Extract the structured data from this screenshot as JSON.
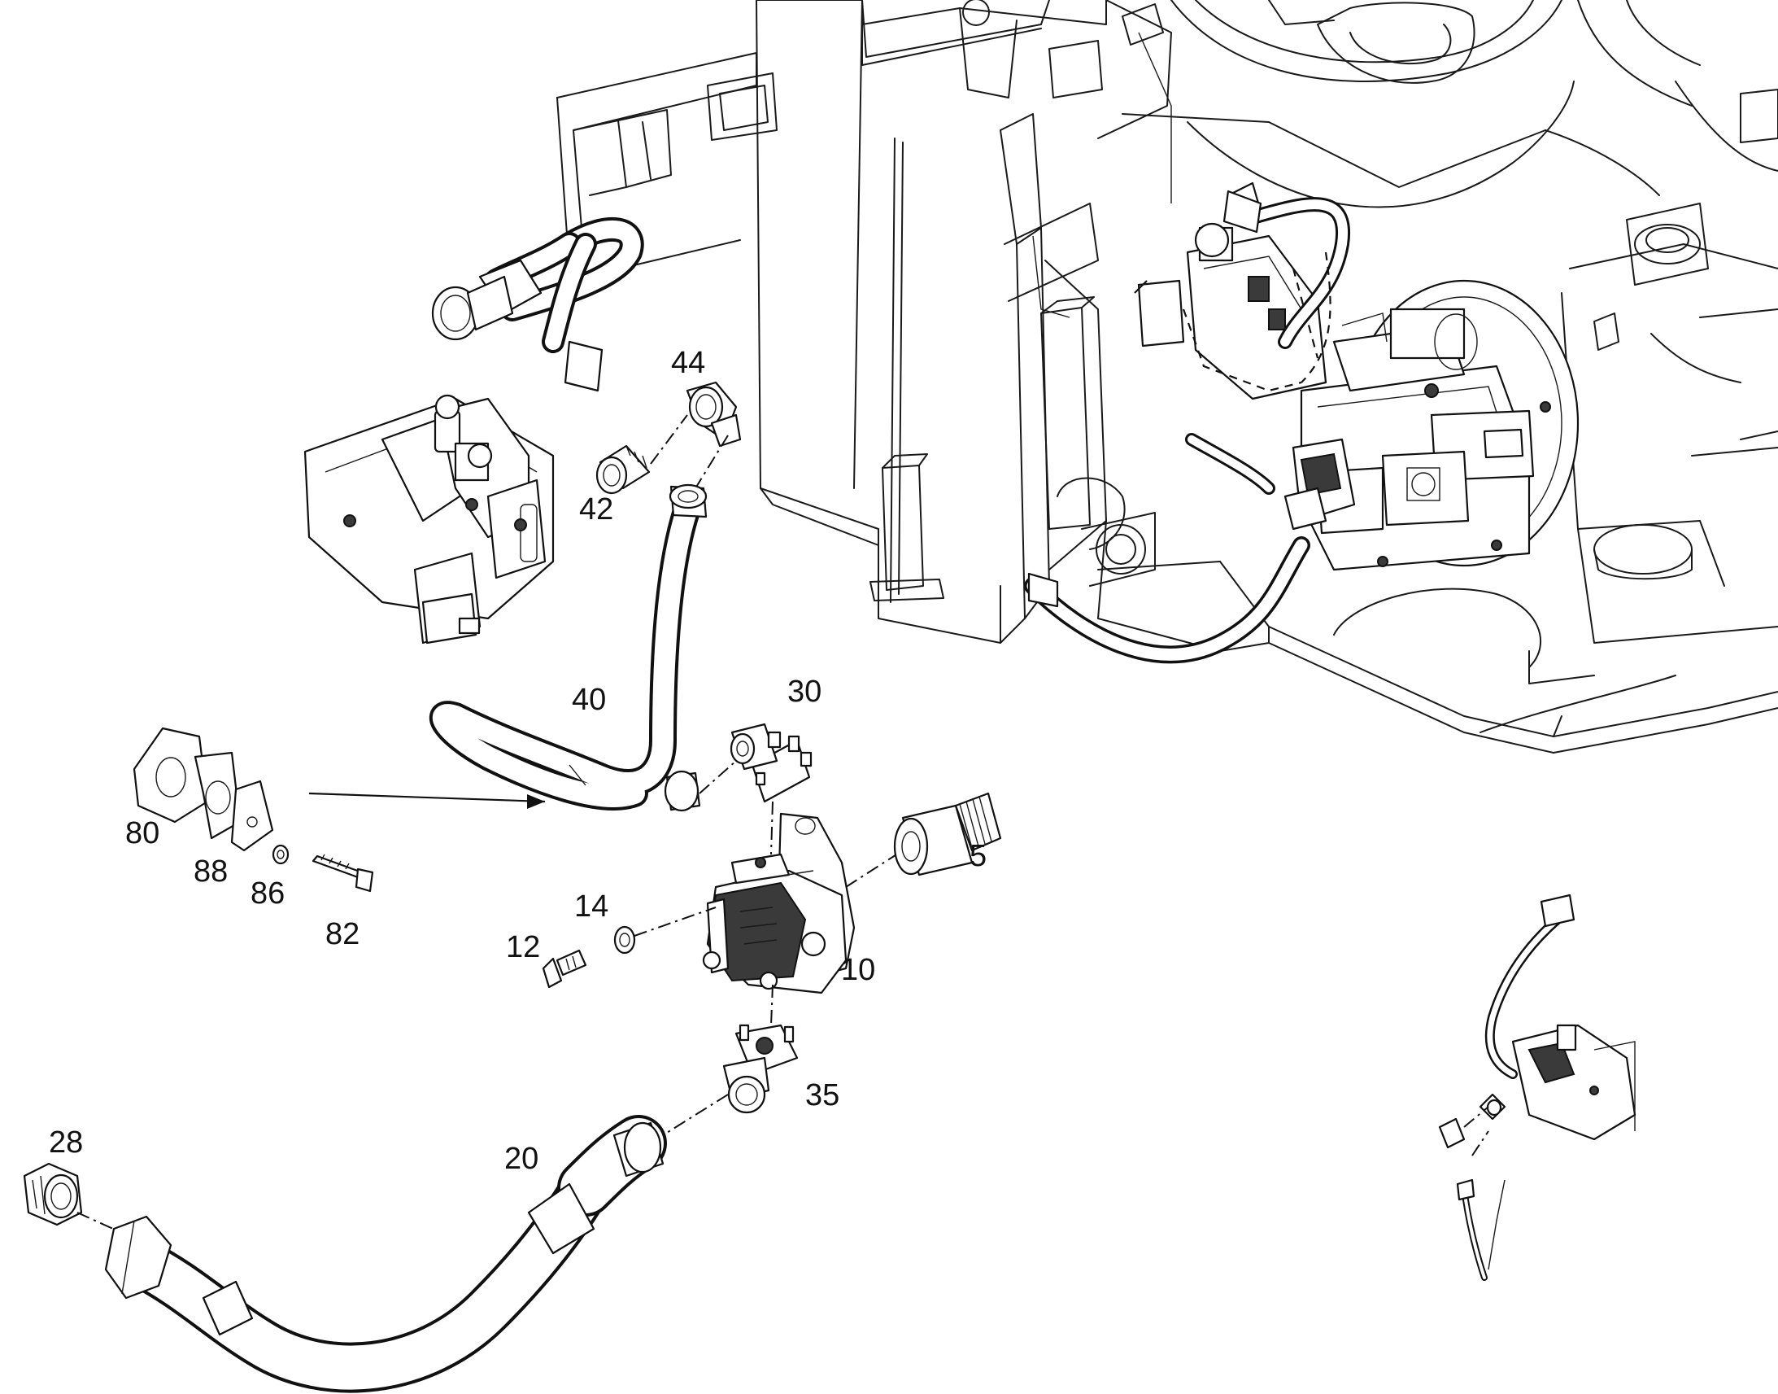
{
  "callouts": {
    "c5": "5",
    "c10": "10",
    "c12": "12",
    "c14": "14",
    "c20": "20",
    "c28": "28",
    "c30": "30",
    "c35": "35",
    "c40": "40",
    "c42": "42",
    "c44": "44",
    "c80": "80",
    "c82": "82",
    "c86": "86",
    "c88": "88"
  }
}
